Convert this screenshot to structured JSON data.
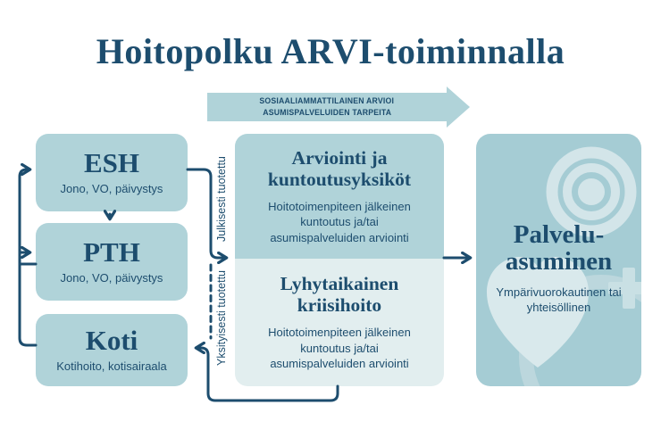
{
  "title": "Hoitopolku ARVI-toiminnalla",
  "banner": {
    "line1": "SOSIAALIAMMATTILAINEN ARVIOI",
    "line2": "ASUMISPALVELUIDEN TARPEITA"
  },
  "left_column": {
    "boxes": [
      {
        "heading": "ESH",
        "subtext": "Jono, VO, päivystys"
      },
      {
        "heading": "PTH",
        "subtext": "Jono, VO, päivystys"
      },
      {
        "heading": "Koti",
        "subtext": "Kotihoito, kotisairaala"
      }
    ]
  },
  "middle_column": {
    "boxes": [
      {
        "heading": "Arviointi ja kuntoutusyksiköt",
        "subtext": "Hoitotoimenpiteen jälkeinen kuntoutus ja/tai asumispalveluiden arviointi"
      },
      {
        "heading": "Lyhytaikainen kriisihoito",
        "subtext": "Hoitotoimenpiteen jälkeinen kuntoutus ja/tai asumispalveluiden arviointi"
      }
    ]
  },
  "right_box": {
    "heading_lines": [
      "Palvelu-",
      "asuminen"
    ],
    "subtext": "Ympärivuorokautinen tai yhteisöllinen"
  },
  "route_labels": {
    "public": "Julkisesti tuotettu",
    "private": "Yksityisesti tuotettu"
  },
  "colors": {
    "navy": "#1d4d6e",
    "teal": "#b0d3d9",
    "teal_right": "#a5ccd4",
    "box_light": "#e2eeef",
    "deco_light": "#c9e0e4",
    "deco_heart": "#d9e9ec"
  }
}
